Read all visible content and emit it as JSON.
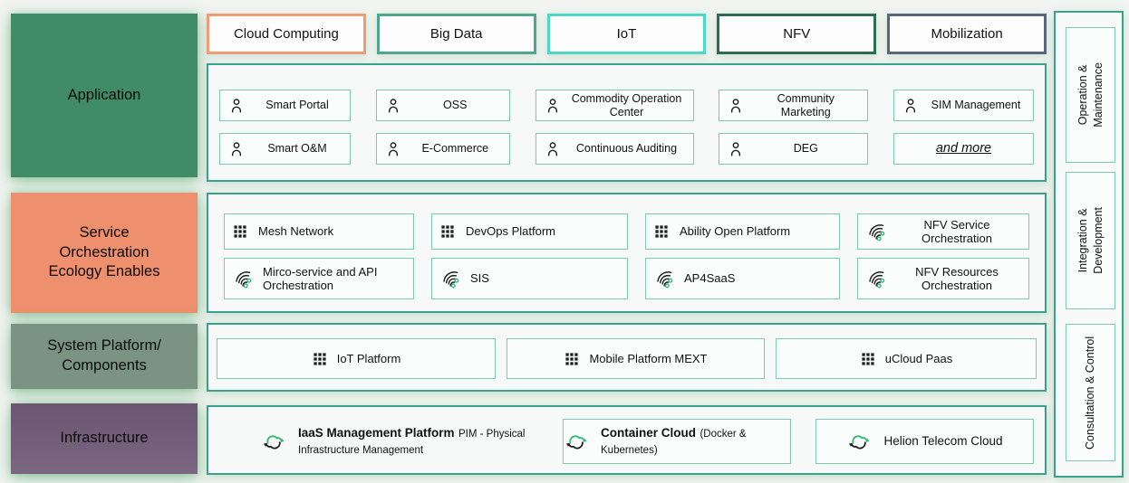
{
  "colors": {
    "accent-teal": "#3aa18c",
    "item-border": "#79c9b3",
    "icon-dark": "#1e1e1e",
    "icon-green": "#2eb872",
    "layer-application": "#3f8c66",
    "layer-service": "#ee8f6d",
    "layer-system": "#7a9383",
    "layer-infrastructure": "#6b5671",
    "layer-infrastructure-light": "#7b6680",
    "tab-cloud": "#f09a76",
    "tab-bigdata": "#4ea78c",
    "tab-iot": "#4fd6c8",
    "tab-nfv": "#2d6b52",
    "tab-mobilization": "#56687a"
  },
  "tabs": [
    {
      "label": "Cloud Computing"
    },
    {
      "label": "Big Data"
    },
    {
      "label": "IoT"
    },
    {
      "label": "NFV"
    },
    {
      "label": "Mobilization"
    }
  ],
  "layers": [
    {
      "name": "application",
      "lines": [
        "Application"
      ]
    },
    {
      "name": "service-orchestration",
      "lines": [
        "Service",
        "Orchestration",
        "Ecology Enables"
      ]
    },
    {
      "name": "system-platform",
      "lines": [
        "System Platform/",
        "Components"
      ]
    },
    {
      "name": "infrastructure",
      "lines": [
        "Infrastructure"
      ]
    }
  ],
  "application": {
    "items": [
      {
        "label": "Smart Portal",
        "icon": "person-icon"
      },
      {
        "label": "OSS",
        "icon": "person-icon"
      },
      {
        "label": "Commodity Operation Center",
        "icon": "person-icon"
      },
      {
        "label": "Community Marketing",
        "icon": "person-icon"
      },
      {
        "label": "SIM Management",
        "icon": "person-icon"
      },
      {
        "label": "Smart O&M",
        "icon": "person-icon"
      },
      {
        "label": "E-Commerce",
        "icon": "person-icon"
      },
      {
        "label": "Continuous Auditing",
        "icon": "person-icon"
      },
      {
        "label": "DEG",
        "icon": "person-icon"
      },
      {
        "label": "and more",
        "icon": "none"
      }
    ]
  },
  "service_orchestration": {
    "items": [
      {
        "label": "Mesh Network",
        "icon": "grid-icon"
      },
      {
        "label": "DevOps Platform",
        "icon": "grid-icon"
      },
      {
        "label": "Ability Open Platform",
        "icon": "grid-icon"
      },
      {
        "label": "NFV Service Orchestration",
        "icon": "swirl-icon"
      },
      {
        "label": "Mirco-service and API Orchestration",
        "icon": "swirl-icon"
      },
      {
        "label": "SIS",
        "icon": "swirl-icon"
      },
      {
        "label": "AP4SaaS",
        "icon": "swirl-icon"
      },
      {
        "label": "NFV Resources Orchestration",
        "icon": "swirl-icon"
      }
    ]
  },
  "system_platform": {
    "items": [
      {
        "label": "IoT Platform",
        "icon": "grid-icon"
      },
      {
        "label": "Mobile Platform MEXT",
        "icon": "grid-icon"
      },
      {
        "label": "uCloud Paas",
        "icon": "grid-icon"
      }
    ]
  },
  "infrastructure": {
    "items": [
      {
        "title": "IaaS Management Platform",
        "subtitle": "PIM - Physical Infrastructure Management",
        "icon": "cloud-sync-icon"
      },
      {
        "title": "Container Cloud",
        "subtitle": "(Docker & Kubernetes)",
        "icon": "cloud-sync-icon"
      },
      {
        "title": "Helion Telecom Cloud",
        "subtitle": "",
        "icon": "cloud-sync-icon"
      }
    ]
  },
  "side_panels": [
    {
      "lines": [
        "Operation &",
        "Maintenance"
      ]
    },
    {
      "lines": [
        "Integration &",
        "Development"
      ]
    },
    {
      "lines": [
        "Consultation & Control",
        ""
      ]
    }
  ]
}
